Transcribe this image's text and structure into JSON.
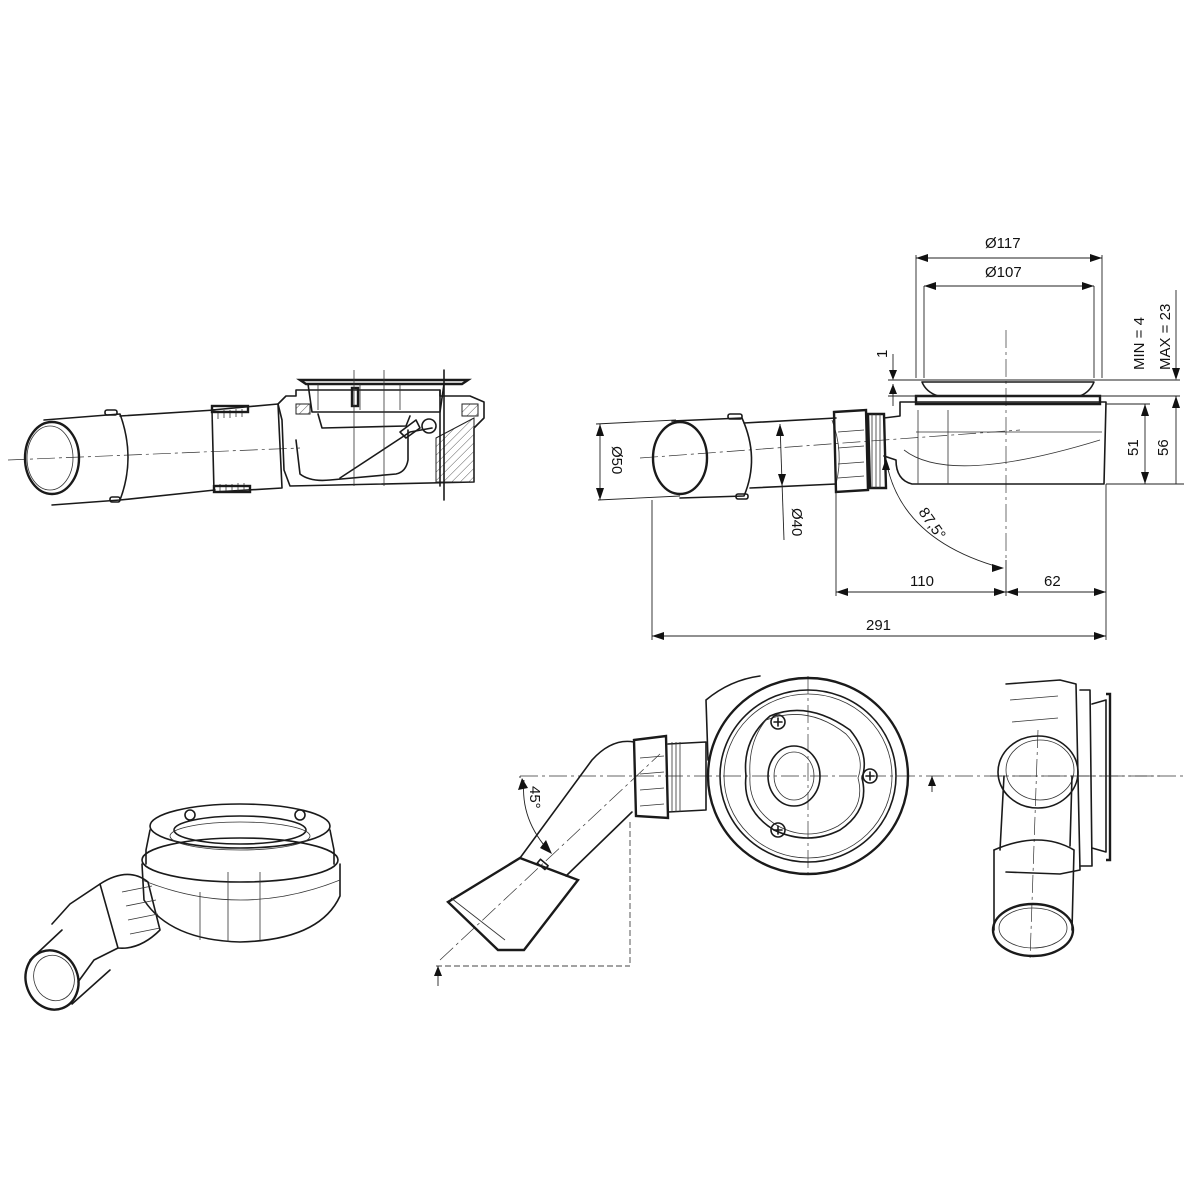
{
  "drawing": {
    "title": "Shower tray drain (siphon) technical drawing",
    "views": [
      "section-view",
      "side-dimensioned-view",
      "isometric-view",
      "top-view-45deg",
      "end-view"
    ]
  },
  "dimensions": {
    "outer_diameter": "Ø117",
    "inner_diameter": "Ø107",
    "flange_thickness": "1",
    "tile_min": "MIN = 4",
    "tile_max": "MAX = 23",
    "height_body": "51",
    "height_total": "56",
    "outlet_outer_diameter": "Ø50",
    "outlet_inner_diameter": "Ø40",
    "outlet_angle": "87,5°",
    "outlet_to_center": "110",
    "center_to_edge": "62",
    "overall_length": "291",
    "rotation_angle": "45°"
  },
  "colors": {
    "line": "#1a1a1a",
    "background": "#ffffff"
  }
}
